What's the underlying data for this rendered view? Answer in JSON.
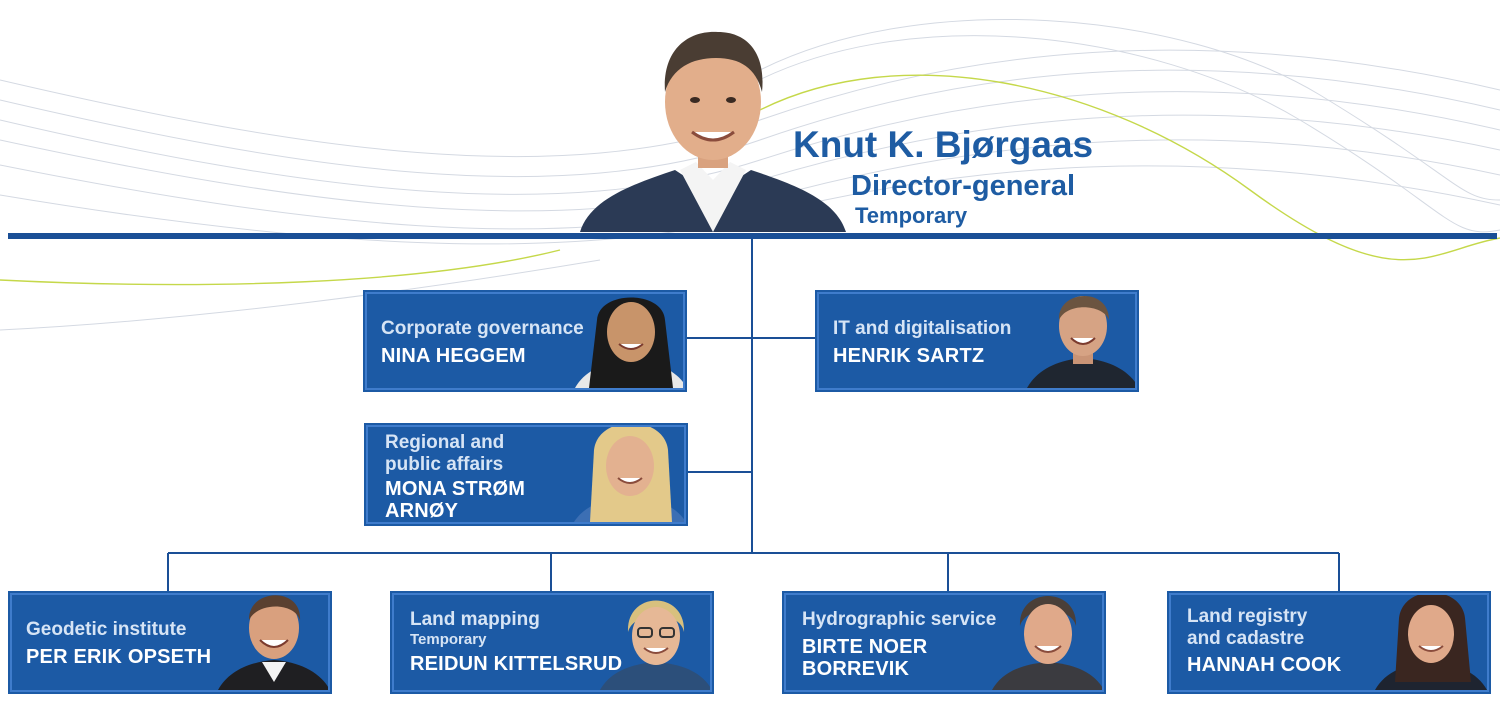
{
  "director": {
    "name": "Knut K. Bjørgaas",
    "title": "Director-general",
    "note": "Temporary"
  },
  "staff_units": [
    {
      "unit": "Corporate governance",
      "person": "NINA HEGGEM"
    },
    {
      "unit": "IT and digitalisation",
      "person": "HENRIK SARTZ"
    },
    {
      "unit_lines": [
        "Regional and",
        "public affairs"
      ],
      "person_lines": [
        "MONA STRØM",
        "ARNØY"
      ]
    }
  ],
  "divisions": [
    {
      "unit": "Geodetic institute",
      "person": "PER ERIK OPSETH"
    },
    {
      "unit": "Land mapping",
      "note": "Temporary",
      "person": "REIDUN KITTELSRUD"
    },
    {
      "unit": "Hydrographic service",
      "person_lines": [
        "BIRTE NOER",
        "BORREVIK"
      ]
    },
    {
      "unit_lines": [
        "Land registry",
        "and cadastre"
      ],
      "person": "HANNAH COOK"
    }
  ],
  "colors": {
    "brand_blue": "#1e5ca3",
    "card_blue": "#1c5aa5",
    "line_blue": "#1a4f96",
    "accent_green": "#c5d84a"
  }
}
